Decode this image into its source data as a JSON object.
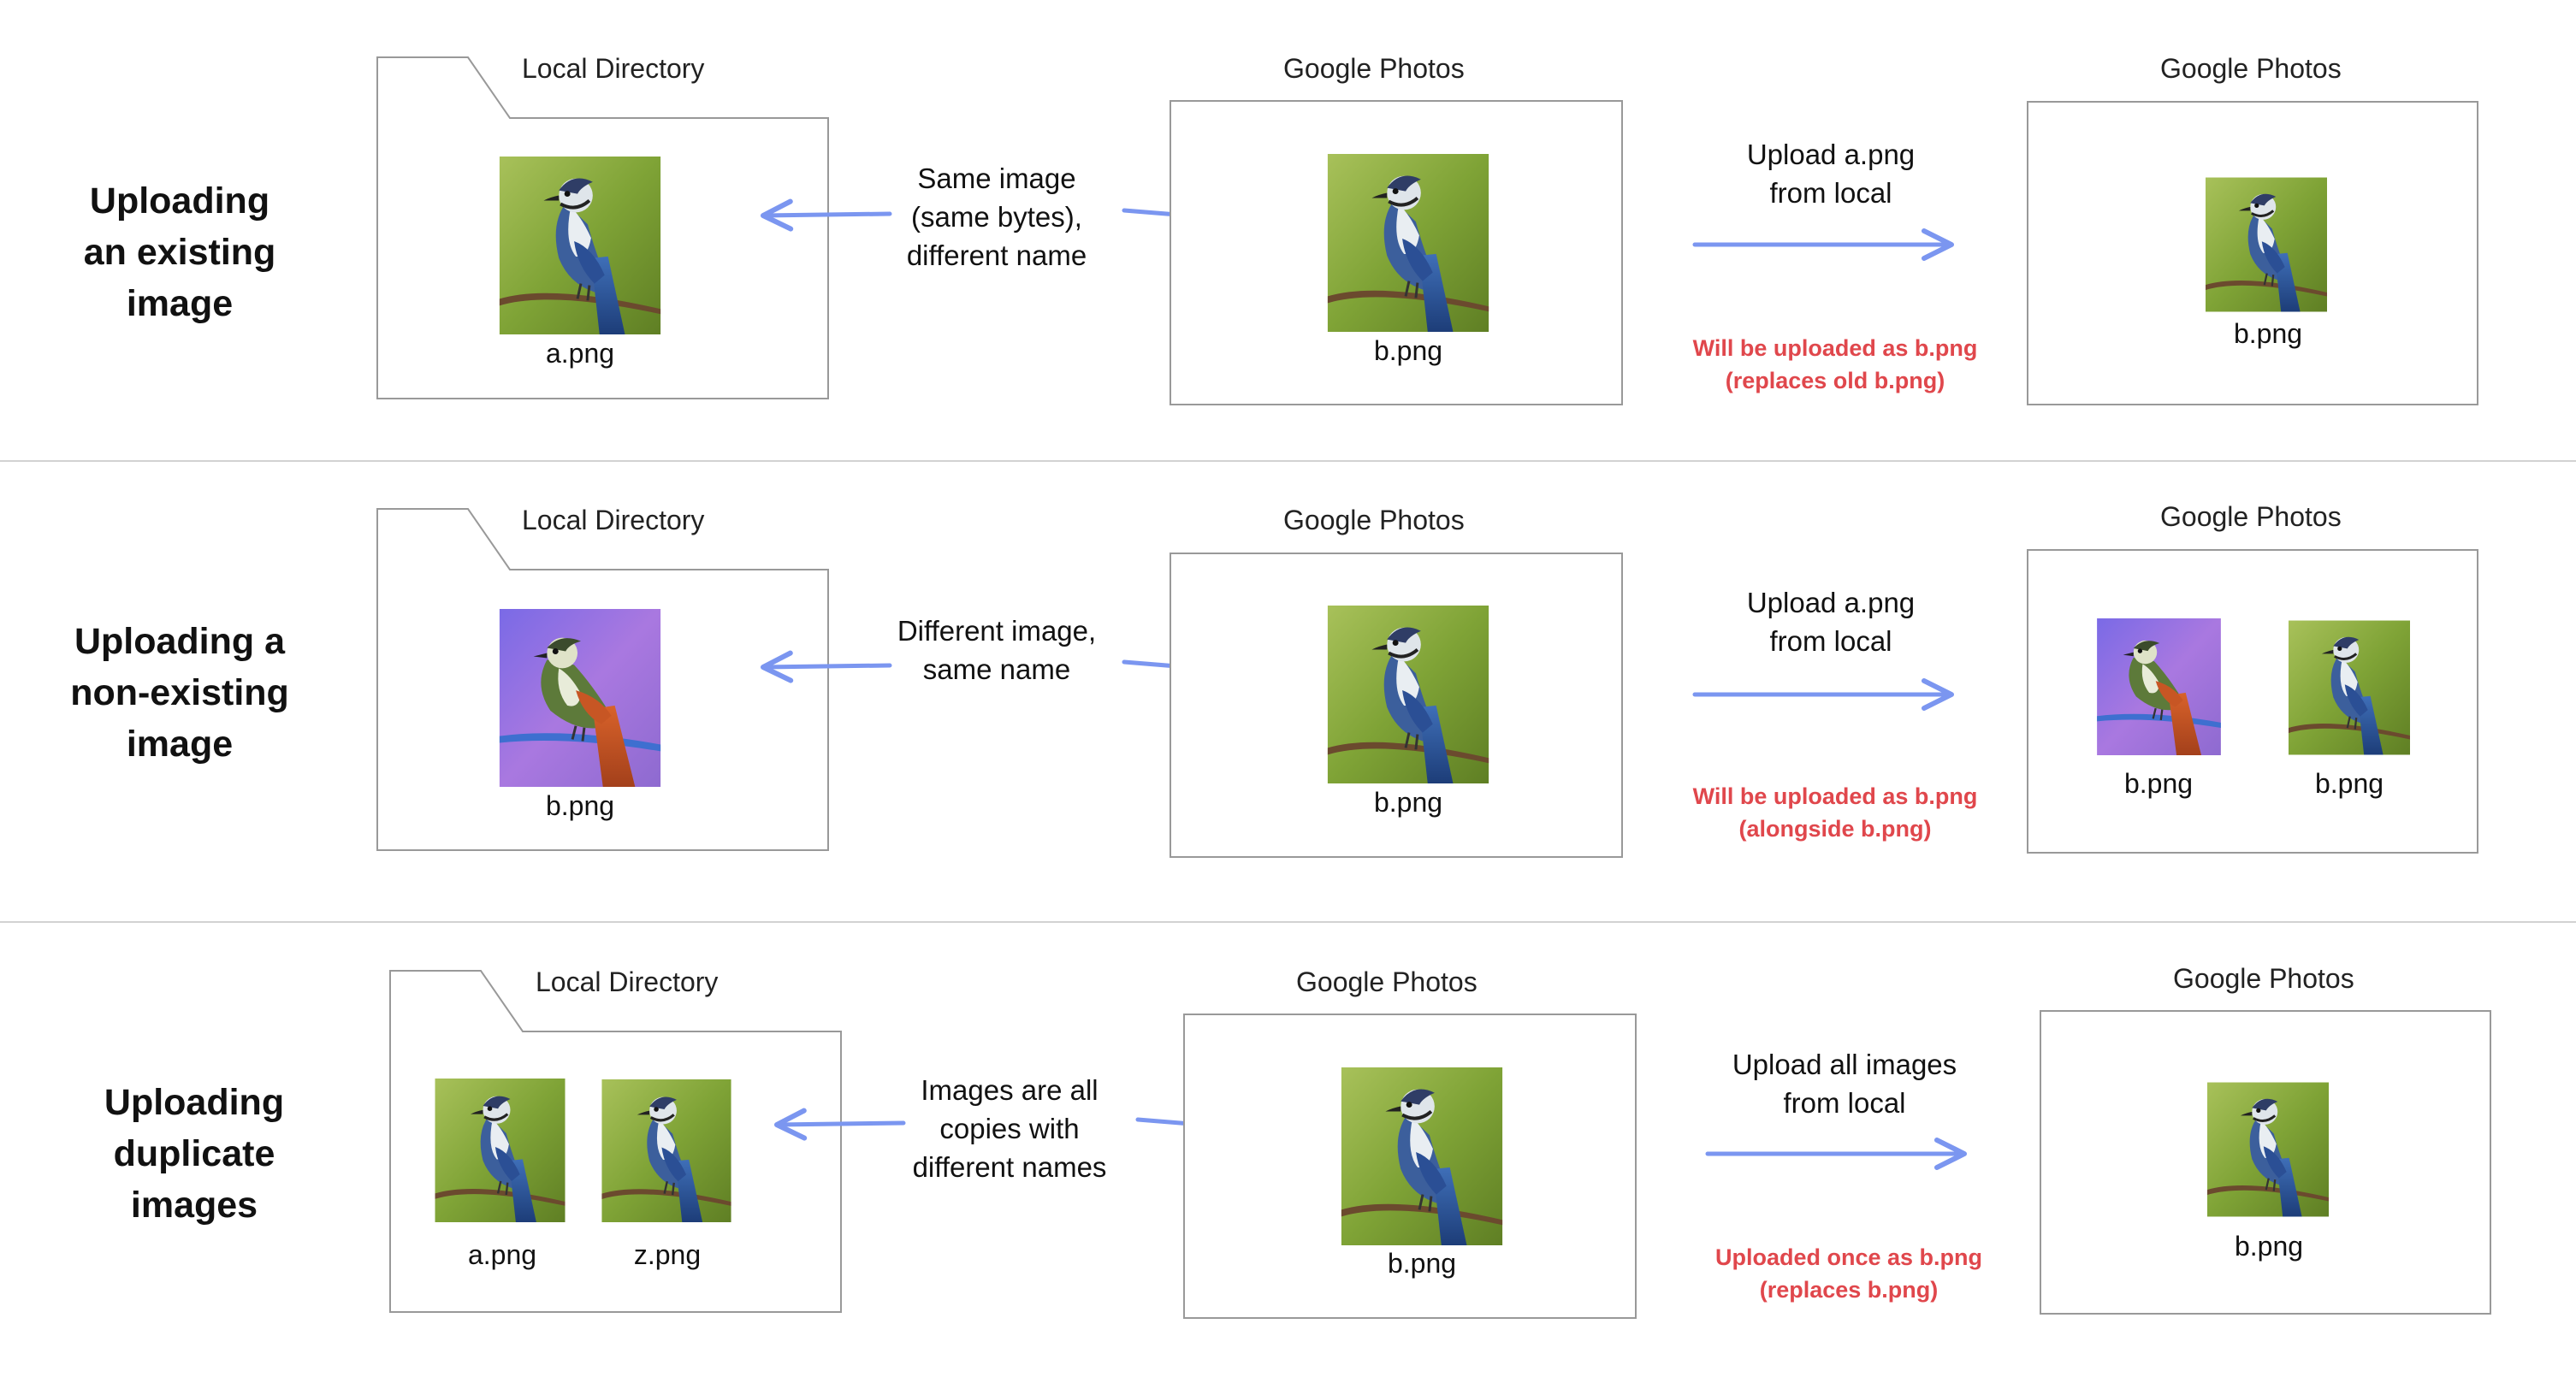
{
  "colors": {
    "arrow": "#7b96f0",
    "warning": "#e0474c",
    "border": "#999999"
  },
  "rows": [
    {
      "title_lines": [
        "Uploading",
        "an existing",
        "image"
      ],
      "local": {
        "title": "Local Directory",
        "files": [
          "a.png"
        ]
      },
      "relation_lines": [
        "Same image",
        "(same bytes),",
        "different name"
      ],
      "remote": {
        "title": "Google Photos",
        "files": [
          "b.png"
        ]
      },
      "action_lines": [
        "Upload a.png",
        "from local"
      ],
      "warning_lines": [
        "Will be uploaded as b.png",
        "(replaces old b.png)"
      ],
      "result": {
        "title": "Google Photos",
        "files": [
          "b.png"
        ]
      }
    },
    {
      "title_lines": [
        "Uploading a",
        "non-existing",
        "image"
      ],
      "local": {
        "title": "Local Directory",
        "files": [
          "b.png"
        ]
      },
      "relation_lines": [
        "Different image,",
        "same name"
      ],
      "remote": {
        "title": "Google Photos",
        "files": [
          "b.png"
        ]
      },
      "action_lines": [
        "Upload a.png",
        "from local"
      ],
      "warning_lines": [
        "Will be uploaded as b.png",
        "(alongside b.png)"
      ],
      "result": {
        "title": "Google Photos",
        "files": [
          "b.png",
          "b.png"
        ]
      }
    },
    {
      "title_lines": [
        "Uploading",
        "duplicate",
        "images"
      ],
      "local": {
        "title": "Local Directory",
        "files": [
          "a.png",
          "z.png"
        ]
      },
      "relation_lines": [
        "Images are all",
        "copies with",
        "different names"
      ],
      "remote": {
        "title": "Google Photos",
        "files": [
          "b.png"
        ]
      },
      "action_lines": [
        "Upload all images",
        "from local"
      ],
      "warning_lines": [
        "Uploaded once as b.png",
        "(replaces b.png)"
      ],
      "result": {
        "title": "Google Photos",
        "files": [
          "b.png"
        ]
      }
    }
  ]
}
